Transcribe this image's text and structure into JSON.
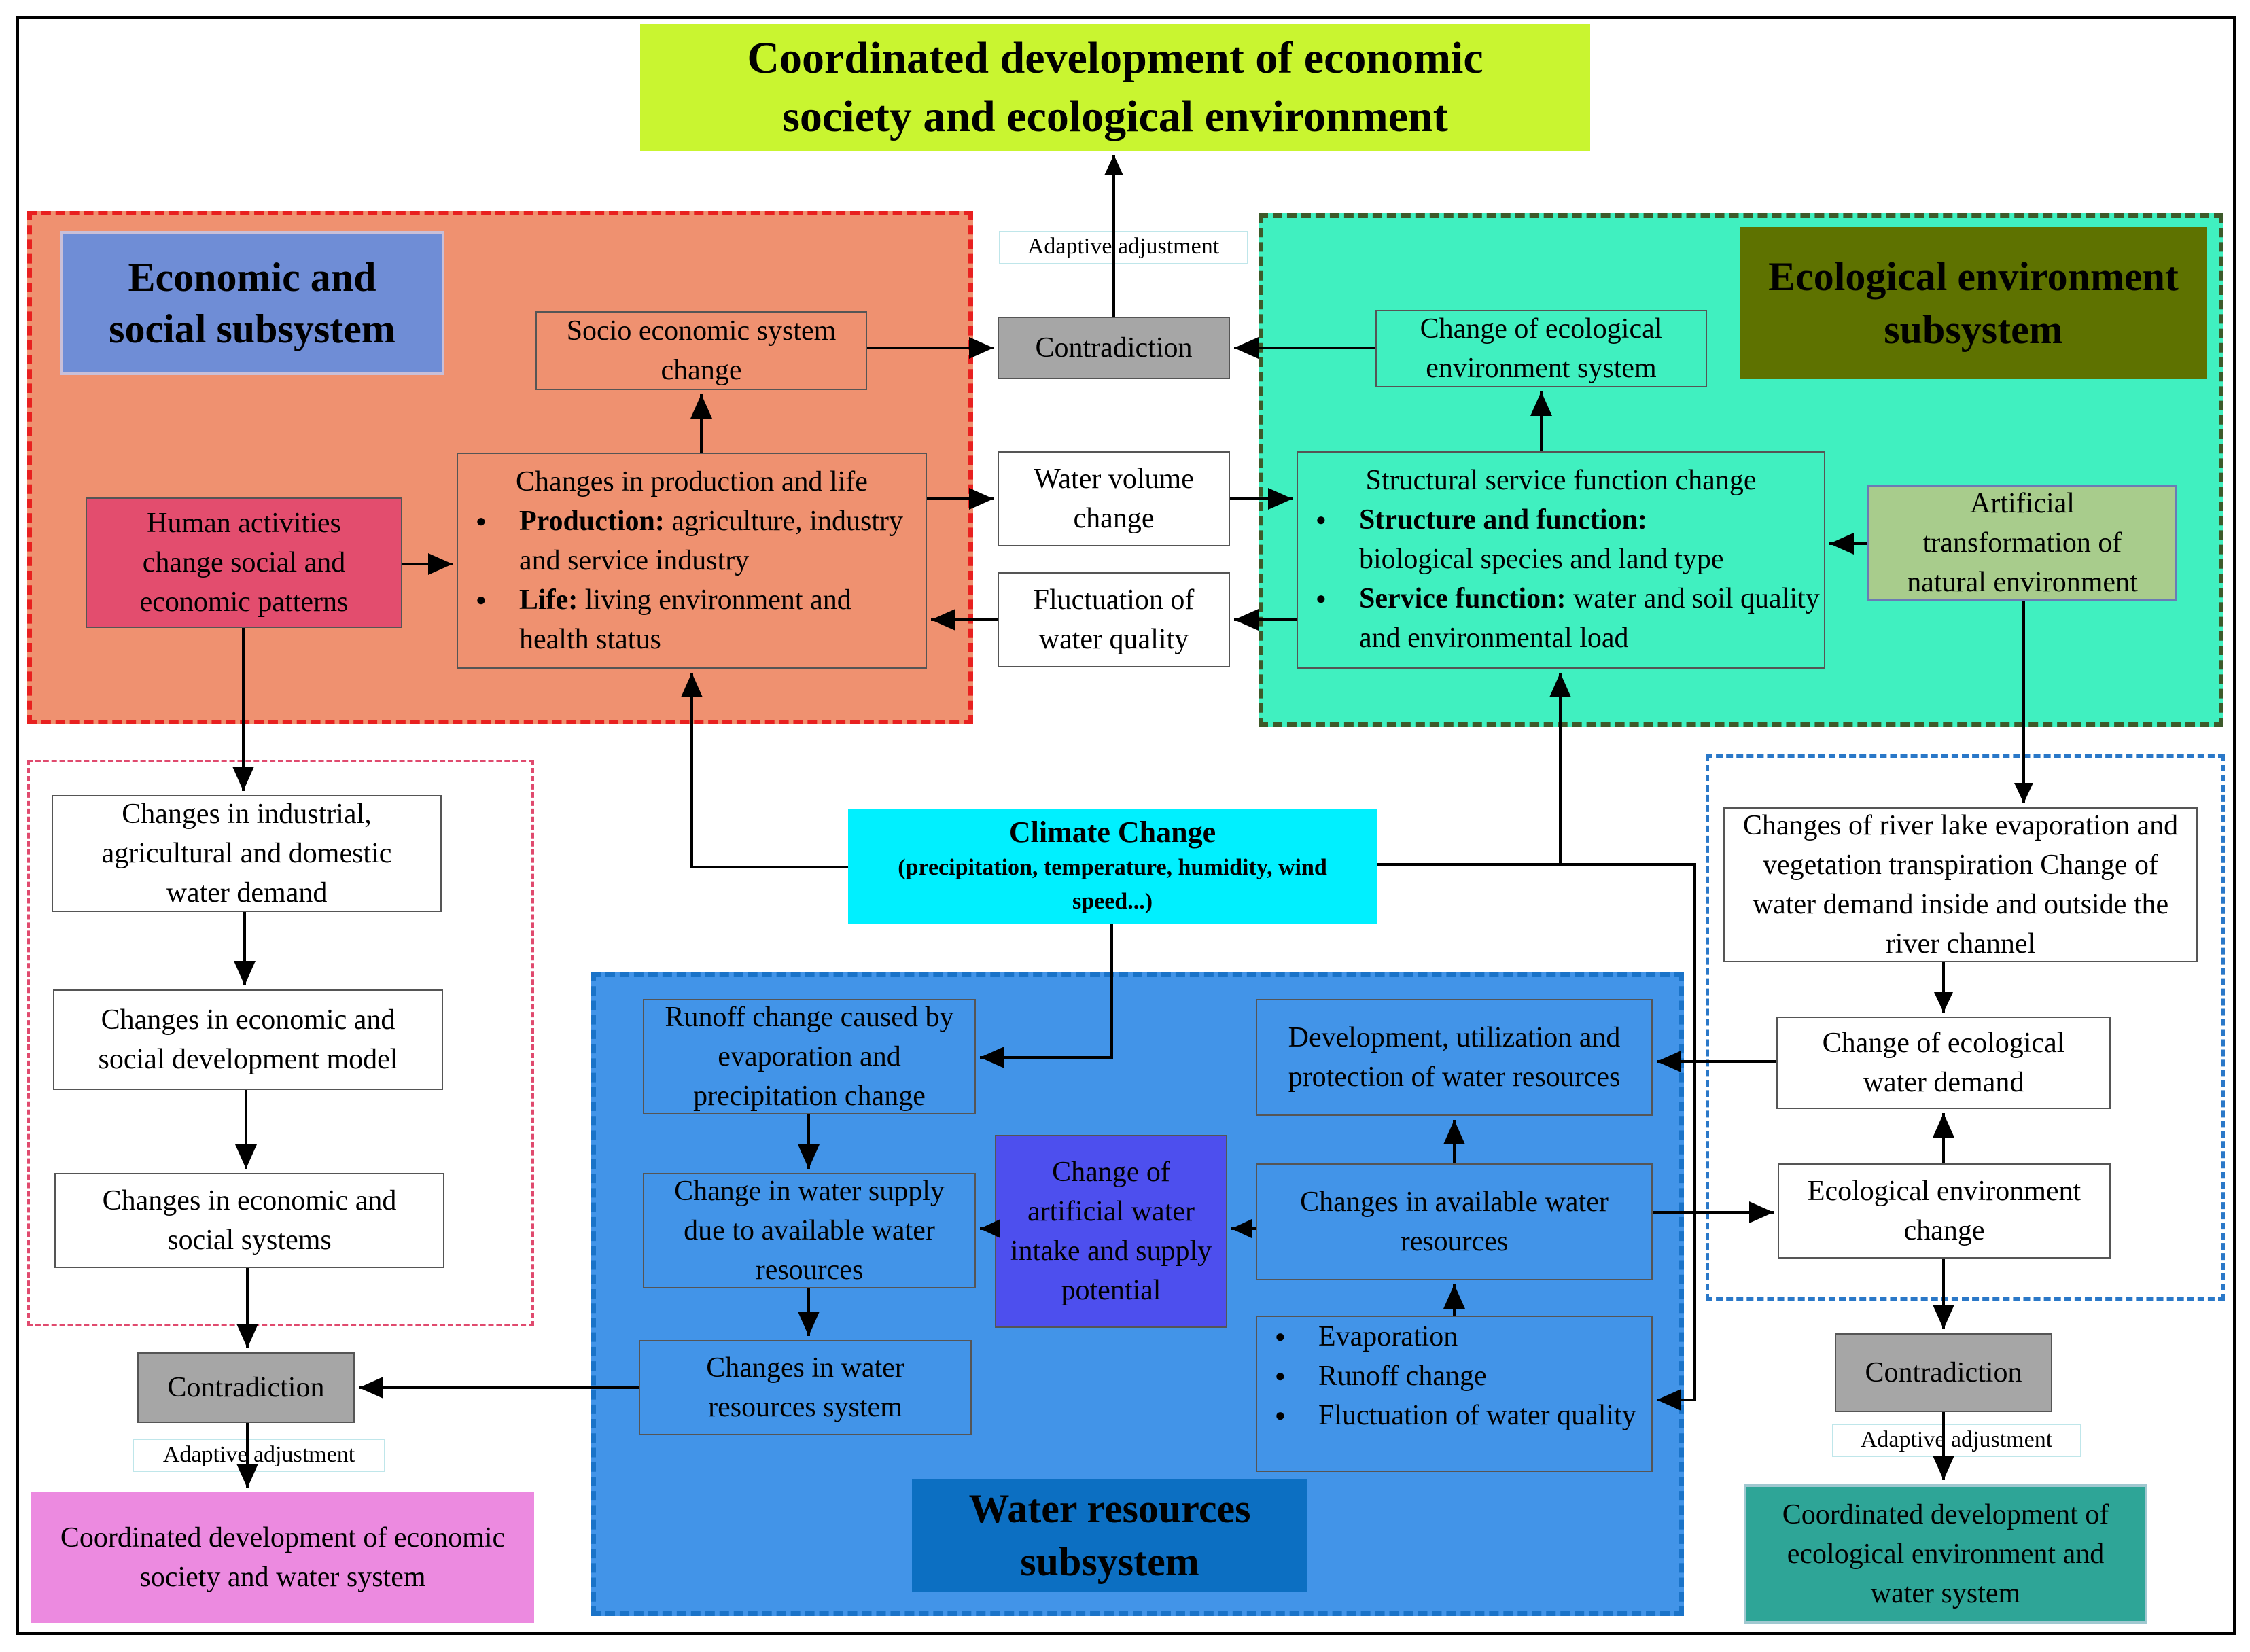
{
  "top_goal": "Coordinated development of economic society and ecological environment",
  "adaptive_top": "Adaptive adjustment",
  "adaptive_left": "Adaptive adjustment",
  "adaptive_right": "Adaptive adjustment",
  "economic": {
    "title": "Economic and social subsystem",
    "socio_change": "Socio economic system change",
    "human_activities": "Human activities change social and economic patterns",
    "changes_head": "Changes in production and life",
    "production_label": "Production:",
    "production_text": "agriculture, industry and service industry",
    "life_label": "Life:",
    "life_text": "living environment and health status"
  },
  "middle": {
    "contradiction": "Contradiction",
    "water_volume": "Water volume change",
    "water_quality": "Fluctuation of water quality"
  },
  "ecological": {
    "title": "Ecological environment subsystem",
    "change_system": "Change of ecological environment system",
    "structural_head": "Structural service function change",
    "structure_label": "Structure and function:",
    "structure_text": "biological species and land type",
    "service_label": "Service function:",
    "service_text": "water and soil quality and environmental load",
    "artificial": "Artificial transformation of natural environment"
  },
  "left_chain": {
    "demand": "Changes in industrial, agricultural and domestic water demand",
    "model": "Changes in economic and social development model",
    "systems": "Changes in economic and social systems",
    "contradiction": "Contradiction",
    "goal": "Coordinated development of economic society and water system"
  },
  "climate": {
    "title": "Climate Change",
    "detail": "(precipitation, temperature, humidity, wind speed...)"
  },
  "water": {
    "title": "Water resources subsystem",
    "runoff": "Runoff change caused by evaporation and precipitation change",
    "supply": "Change in water supply due to available water resources",
    "system": "Changes in water resources system",
    "artificial_intake": "Change of artificial water intake and supply potential",
    "development": "Development, utilization and protection of water resources",
    "available": "Changes in available water resources",
    "bullets": [
      "Evaporation",
      "Runoff change",
      "Fluctuation of water quality"
    ]
  },
  "right_chain": {
    "evaporation": "Changes of river lake evaporation and vegetation transpiration Change of water demand inside and outside the river channel",
    "eco_demand": "Change of ecological water demand",
    "eco_change": "Ecological environment change",
    "contradiction": "Contradiction",
    "goal": "Coordinated development of ecological environment and water system"
  },
  "colors": {
    "goal_top": "#c9f530",
    "economic_region": "#ef9170",
    "economic_border": "#e8201f",
    "economic_title_bg": "#6f8dd6",
    "human_box": "#e34d6e",
    "ecological_region": "#40f0c0",
    "ecological_border": "#3d5a2a",
    "ecological_title_bg": "#5e7200",
    "artificial_box": "#a8cc8c",
    "water_region": "#4294e8",
    "water_border": "#1a73c8",
    "water_title_bg": "#0c6fc2",
    "artificial_intake_box": "#4d4fee",
    "climate_box": "#00f0ff",
    "contradiction_box": "#a6a6a6",
    "left_goal_box": "#ec8ae0",
    "right_goal_box": "#2ea597"
  }
}
